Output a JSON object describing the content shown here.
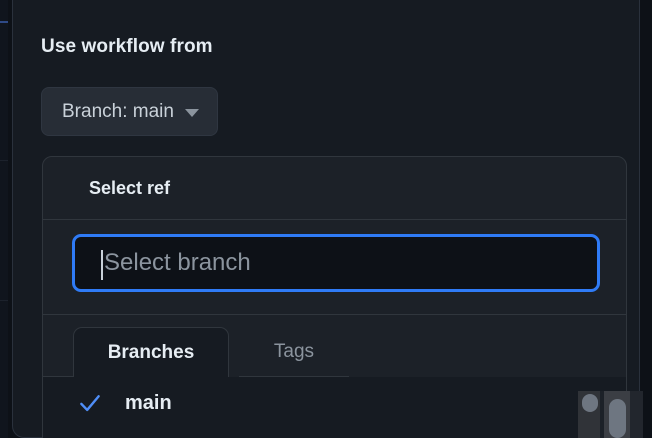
{
  "dialog": {
    "title": "Use workflow from",
    "branch_button": {
      "label": "Branch: main",
      "caret_icon": "chevron-down-icon"
    }
  },
  "ref_panel": {
    "title": "Select ref",
    "search": {
      "value": "",
      "placeholder": "Select branch",
      "focused": true,
      "caret_visible": true
    },
    "tabs": [
      {
        "label": "Branches",
        "active": true
      },
      {
        "label": "Tags",
        "active": false
      }
    ],
    "items": [
      {
        "label": "main",
        "selected": true,
        "icon": "check-icon"
      }
    ]
  },
  "colors": {
    "page_background": "#0d1117",
    "dialog_background": "#161b22",
    "panel_background": "#1c2128",
    "border": "#30363d",
    "accent_blue": "#2f7bf6",
    "check_blue": "#4f8ef7",
    "text_primary": "#e6edf3",
    "text_secondary": "#8b949e",
    "button_background": "#272d36",
    "scrollbar_thumb": "#6e7681"
  }
}
